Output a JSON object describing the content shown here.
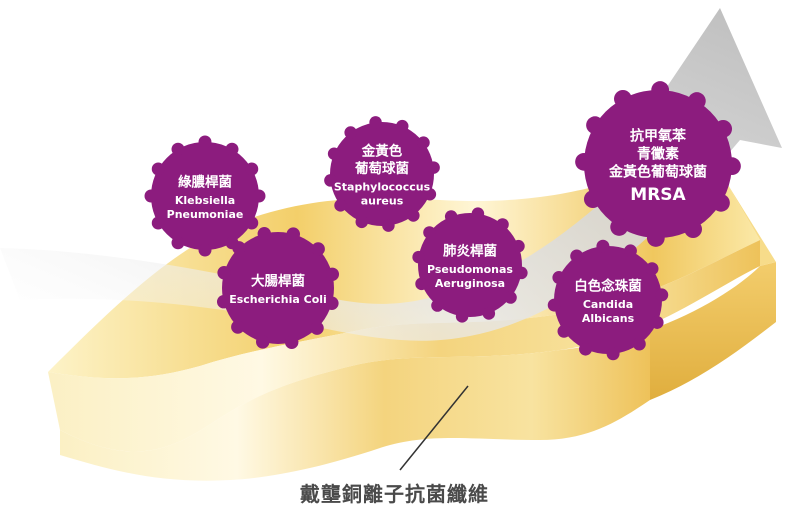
{
  "caption": "戴壟銅離子抗菌纖維",
  "colors": {
    "bacteria": "#8c1c7e",
    "fabric_light": "#fff8dc",
    "fabric_mid": "#f5d27a",
    "fabric_dark": "#e6b84a",
    "arrow": "#c9c9c9"
  },
  "bacteria": [
    {
      "lines": [
        "綠膿桿菌"
      ],
      "latin": [
        "Klebsiella",
        "Pneumoniae"
      ]
    },
    {
      "lines": [
        "金黃色",
        "葡萄球菌"
      ],
      "latin": [
        "Staphylococcus",
        "aureus"
      ]
    },
    {
      "lines": [
        "大腸桿菌"
      ],
      "latin": [
        "Escherichia Coli"
      ]
    },
    {
      "lines": [
        "肺炎桿菌"
      ],
      "latin": [
        "Pseudomonas",
        "Aeruginosa"
      ]
    },
    {
      "lines": [
        "抗甲氧苯",
        "青黴素",
        "金黃色葡萄球菌"
      ],
      "latin": [
        "MRSA"
      ]
    },
    {
      "lines": [
        "白色念珠菌"
      ],
      "latin": [
        "Candida",
        "Albicans"
      ]
    }
  ]
}
